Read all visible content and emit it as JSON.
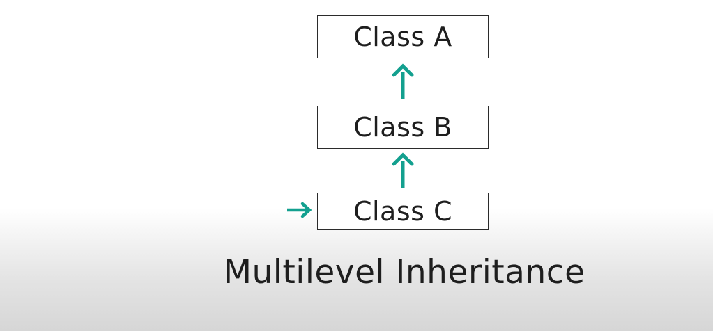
{
  "diagram": {
    "title": "Multilevel Inheritance",
    "nodes": [
      {
        "id": "a",
        "label": "Class A"
      },
      {
        "id": "b",
        "label": "Class B"
      },
      {
        "id": "c",
        "label": "Class C"
      }
    ],
    "edges": [
      {
        "from": "b",
        "to": "a"
      },
      {
        "from": "c",
        "to": "b"
      }
    ],
    "pointer_target": "c"
  },
  "colors": {
    "arrow": "#13a08f",
    "box_border": "#2b2b2b",
    "text": "#1e1e1e"
  }
}
